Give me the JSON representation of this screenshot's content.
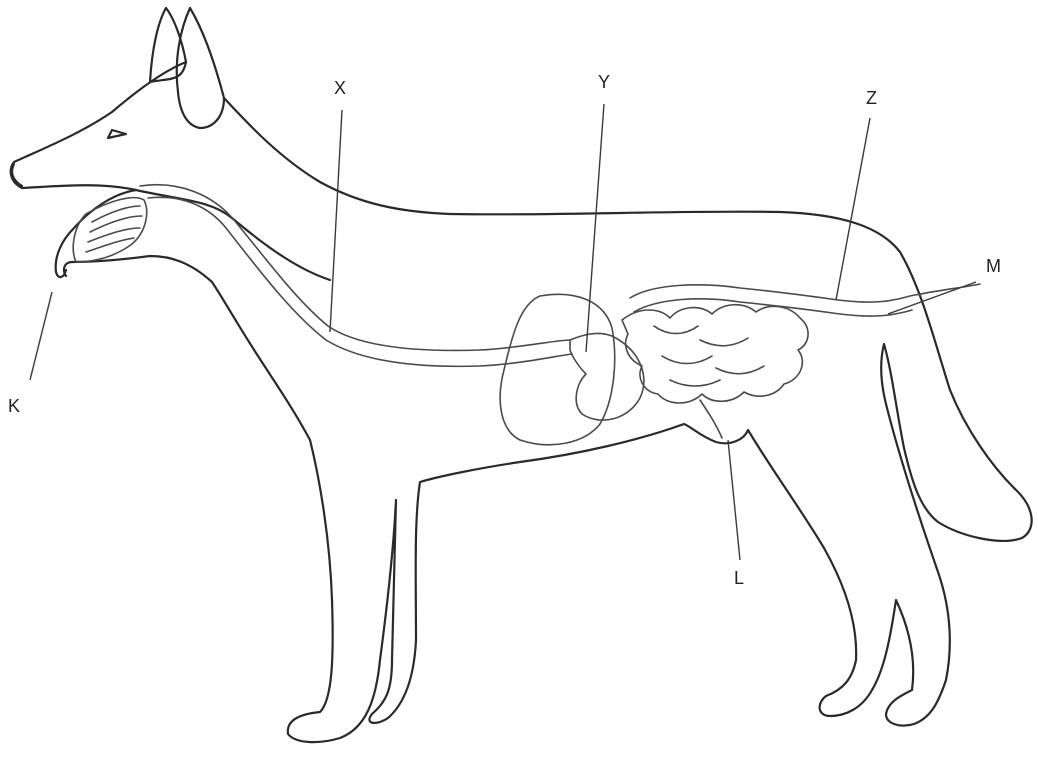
{
  "diagram": {
    "subject": "dog-digestive-system",
    "labels": {
      "x": "X",
      "y": "Y",
      "z": "Z",
      "m": "M",
      "k": "K",
      "l": "L"
    },
    "colors": {
      "line": "#2a2a2a",
      "background": "#ffffff"
    }
  }
}
